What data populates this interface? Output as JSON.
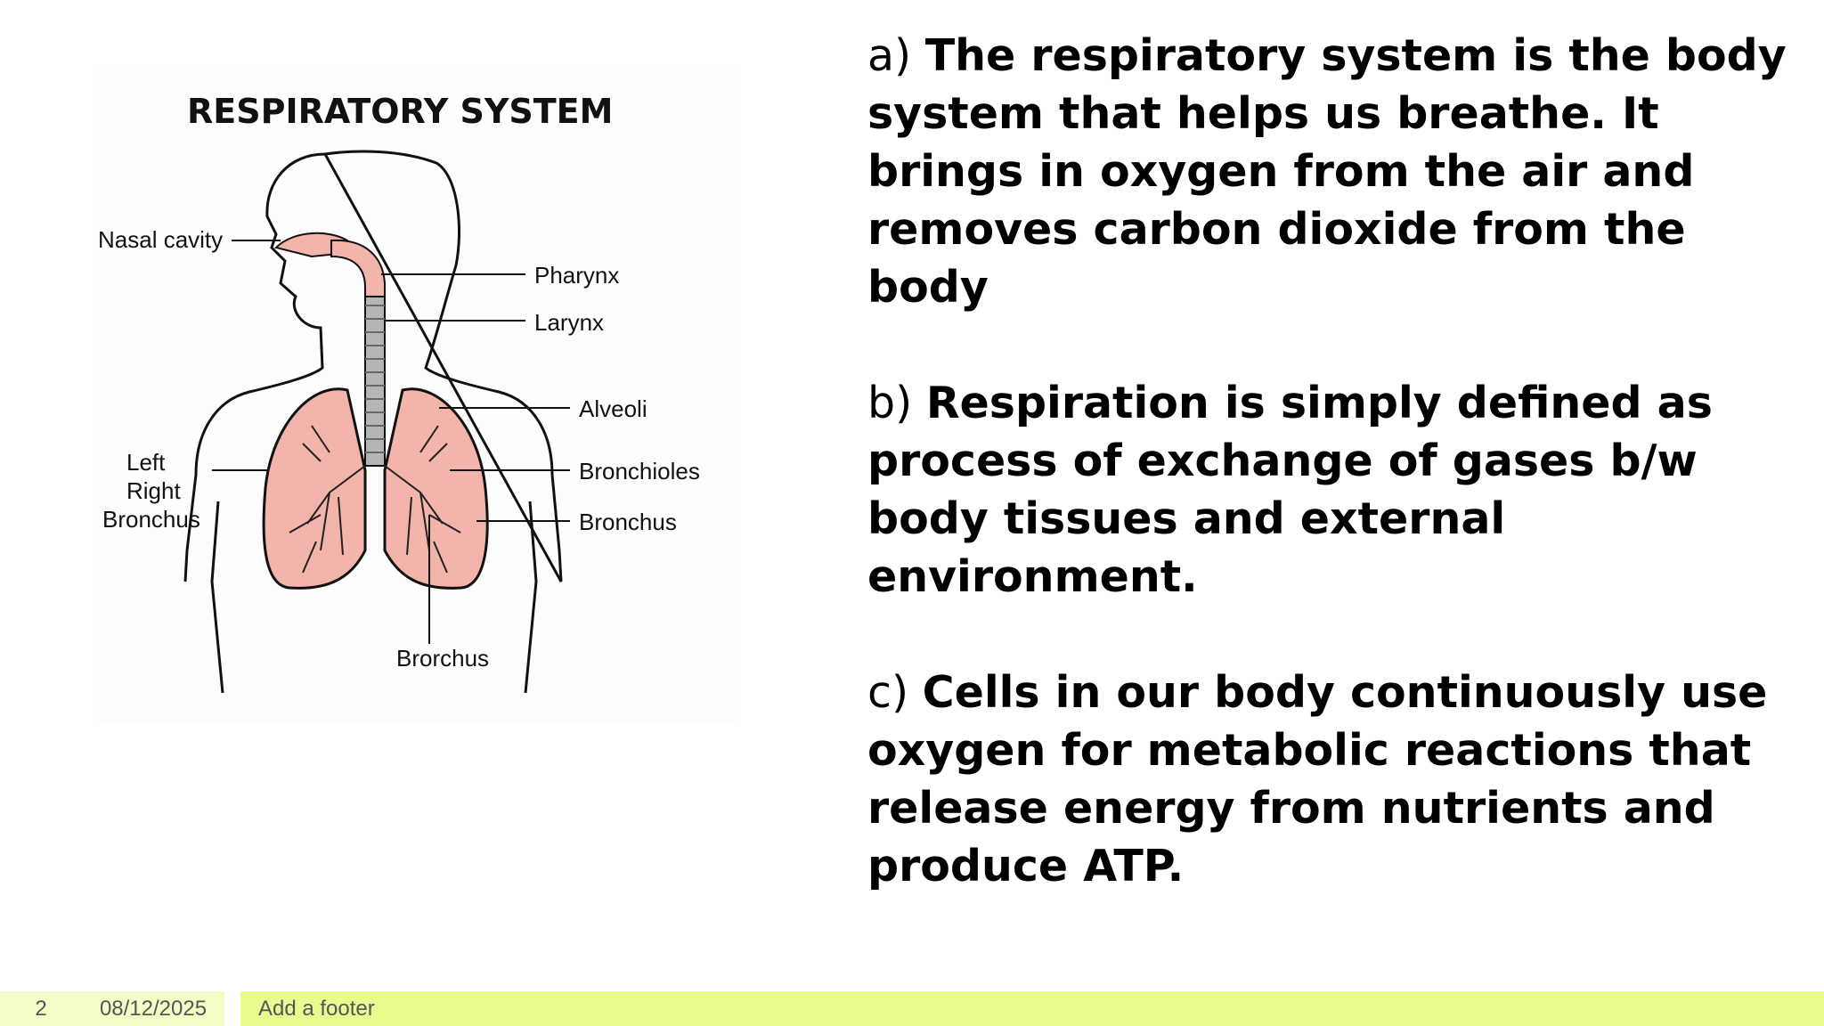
{
  "figure": {
    "title": "RESPIRATORY SYSTEM",
    "labels": {
      "nasal_cavity": "Nasal cavity",
      "pharynx": "Pharynx",
      "larynx": "Larynx",
      "alveoli": "Alveoli",
      "bronchioles": "Bronchioles",
      "bronchus_right": "Bronchus",
      "left": "Left",
      "right": "Right",
      "bronchus_left": "Bronchus",
      "brorchus_bottom": "Brorchus"
    },
    "colors": {
      "lung_fill": "#f2b4ab",
      "outline": "#111111"
    }
  },
  "paragraphs": [
    {
      "marker": "a)",
      "text": "The respiratory system is the body system that helps us breathe. It brings in oxygen from the air and removes carbon dioxide from the body"
    },
    {
      "marker": "b)",
      "text": "Respiration is simply defined as process of exchange of gases b/w body tissues and external environment."
    },
    {
      "marker": "c)",
      "text": "Cells in our body continuously use oxygen for metabolic reactions that release energy from nutrients and produce ATP."
    }
  ],
  "footer": {
    "slide_number": "2",
    "date": "08/12/2025",
    "text": "Add a footer",
    "bar_color": "#e8fb8f"
  }
}
